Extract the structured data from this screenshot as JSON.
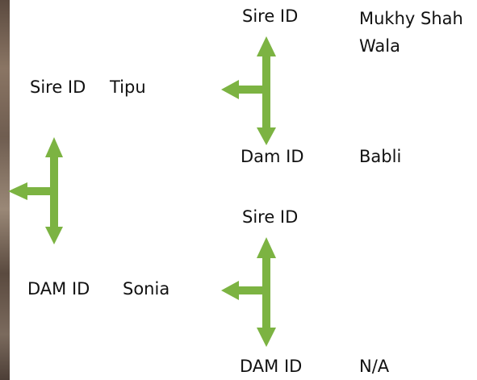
{
  "pedigree": {
    "sire": {
      "label": "Sire ID",
      "value": "Tipu",
      "sire": {
        "label": "Sire ID",
        "value": "Mukhy Shah Wala"
      },
      "dam": {
        "label": "Dam ID",
        "value": "Babli"
      }
    },
    "dam": {
      "label": "DAM ID",
      "value": "Sonia",
      "sire": {
        "label": "Sire ID",
        "value": ""
      },
      "dam": {
        "label": "DAM ID",
        "value": "N/A"
      }
    }
  },
  "colors": {
    "arrow": "#7cb342",
    "text": "#111111",
    "background": "#ffffff"
  }
}
